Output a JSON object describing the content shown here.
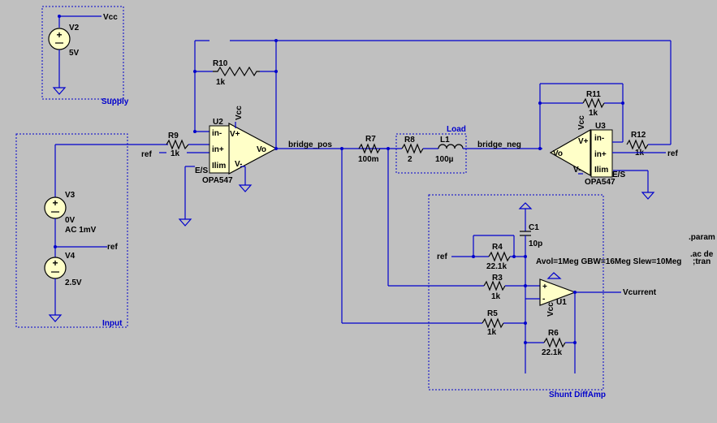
{
  "blocks": {
    "supply": "Supply",
    "input": "Input",
    "load": "Load",
    "shunt": "Shunt DiffAmp"
  },
  "sources": {
    "v2": {
      "name": "V2",
      "value": "5V"
    },
    "v3": {
      "name": "V3",
      "value": "0V",
      "ac": "AC 1mV"
    },
    "v4": {
      "name": "V4",
      "value": "2.5V"
    }
  },
  "resistors": {
    "r10": {
      "name": "R10",
      "value": "1k"
    },
    "r9": {
      "name": "R9",
      "value": "1k"
    },
    "r7": {
      "name": "R7",
      "value": "100m"
    },
    "r8": {
      "name": "R8",
      "value": "2"
    },
    "r11": {
      "name": "R11",
      "value": "1k"
    },
    "r12": {
      "name": "R12",
      "value": "1k"
    },
    "r4": {
      "name": "R4",
      "value": "22.1k"
    },
    "r3": {
      "name": "R3",
      "value": "1k"
    },
    "r5": {
      "name": "R5",
      "value": "1k"
    },
    "r6": {
      "name": "R6",
      "value": "22.1k"
    }
  },
  "inductor": {
    "name": "L1",
    "value": "100µ"
  },
  "capacitor": {
    "name": "C1",
    "value": "10p"
  },
  "opamps": {
    "u2": {
      "name": "U2",
      "model": "OPA547",
      "pin_in_minus": "in-",
      "pin_in_plus": "in+",
      "pin_ilim": "Ilim",
      "pin_vplus": "V+",
      "pin_vminus": "V-",
      "pin_out": "Vo",
      "pin_es": "E/S"
    },
    "u3": {
      "name": "U3",
      "model": "OPA547",
      "pin_in_minus": "in-",
      "pin_in_plus": "in+",
      "pin_ilim": "Ilim",
      "pin_vplus": "V+",
      "pin_vminus": "V-",
      "pin_out": "Vo",
      "pin_es": "E/S"
    },
    "u1": {
      "name": "U1"
    }
  },
  "nets": {
    "vcc": "Vcc",
    "ref": "ref",
    "bridge_pos": "bridge_pos",
    "bridge_neg": "bridge_neg",
    "vcurrent": "Vcurrent"
  },
  "directives": {
    "u1_params": "Avol=1Meg GBW=16Meg Slew=10Meg",
    "u1_params_tail": ";tran",
    "param": ".param",
    "ac": ".ac de"
  },
  "colors": {
    "background": "#c0c0c0",
    "wire": "#0000cc",
    "component_fill": "#ffffc8"
  }
}
